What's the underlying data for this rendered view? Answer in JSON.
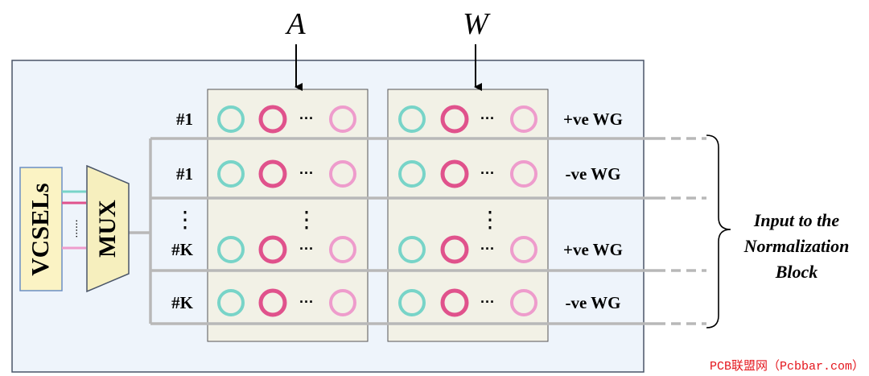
{
  "inputs": {
    "activation_label": "A",
    "weight_label": "W"
  },
  "source": {
    "vcsel_label": "VCSELs",
    "mux_label": "MUX",
    "ellipsis": "......"
  },
  "rows": [
    {
      "index_label": "#1",
      "wg_label": "+ve WG"
    },
    {
      "index_label": "#1",
      "wg_label": "-ve WG"
    },
    {
      "index_label": "#K",
      "wg_label": "+ve WG"
    },
    {
      "index_label": "#K",
      "wg_label": "-ve WG"
    }
  ],
  "ring_ellipsis": "···",
  "vertical_ellipsis": "⋮",
  "output": {
    "line1": "Input to the",
    "line2": "Normalization",
    "line3": "Block"
  },
  "watermark": "PCB联盟网（Pcbbar.com）",
  "colors": {
    "panel_bg": "#eef4fb",
    "panel_border": "#4a5568",
    "bank_bg": "#f2f1e6",
    "waveguide": "#b8b8b8",
    "ring_teal": "#78d4c8",
    "ring_magenta": "#e0528c",
    "ring_pink": "#ee9ccc",
    "vcsel_bg": "#fbf3c4",
    "vcsel_border": "#6b8fc4",
    "mux_bg": "#f6efbe",
    "watermark": "#e4161d"
  }
}
